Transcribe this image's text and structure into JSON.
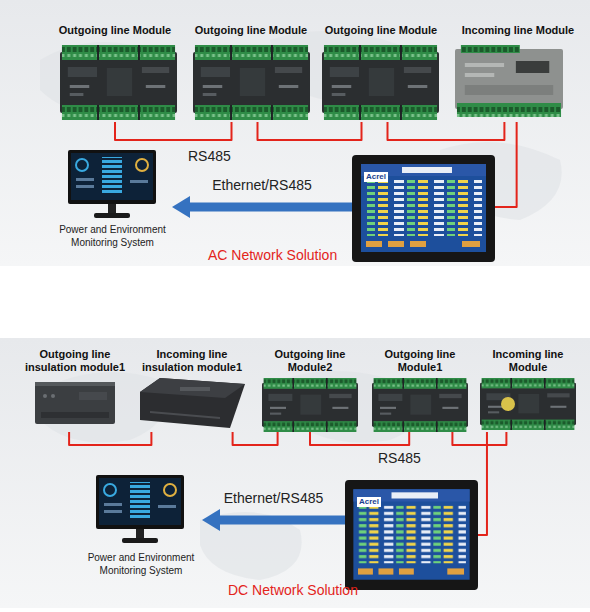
{
  "diagram": {
    "nodes": [
      {
        "text": [
          "Outgoing line Module"
        ]
      },
      {
        "text": [
          "Outgoing line Module"
        ]
      },
      {
        "text": [
          "Outgoing line Module"
        ]
      },
      {
        "text": [
          "Incoming line Module"
        ]
      },
      {
        "text": [
          "Acrel"
        ]
      },
      {
        "text": [
          "Power and Environment Monitoring System"
        ]
      },
      {
        "text": [
          "Outgoing line insulation module1"
        ]
      },
      {
        "text": [
          "Incoming line insulation module1"
        ]
      },
      {
        "text": [
          "Outgoing line Module2"
        ]
      },
      {
        "text": [
          "Outgoing line Module1"
        ]
      },
      {
        "text": [
          "Incoming line Module"
        ]
      },
      {
        "text": [
          "Acrel"
        ]
      },
      {
        "text": [
          "Power and Environment Monitoring System"
        ]
      }
    ],
    "edges": [
      {
        "from": 0,
        "to": 1,
        "arrow": "none"
      },
      {
        "from": 1,
        "to": 2,
        "arrow": "none"
      },
      {
        "from": 2,
        "to": 3,
        "arrow": "none"
      },
      {
        "from": 3,
        "to": 4,
        "arrow": "none"
      },
      {
        "from": 4,
        "to": 5,
        "label": "Ethernet/RS485",
        "arrow": "to"
      },
      {
        "from": 6,
        "to": 7,
        "arrow": "none"
      },
      {
        "from": 7,
        "to": 8,
        "arrow": "none"
      },
      {
        "from": 8,
        "to": 9,
        "arrow": "none"
      },
      {
        "from": 9,
        "to": 10,
        "arrow": "none"
      },
      {
        "from": 10,
        "to": 11,
        "arrow": "none"
      },
      {
        "from": 11,
        "to": 12,
        "label": "Ethernet/RS485",
        "arrow": "to"
      }
    ],
    "labels": [
      "RS485",
      "AC Network Solution",
      "RS485",
      "DC Network Solution"
    ]
  }
}
